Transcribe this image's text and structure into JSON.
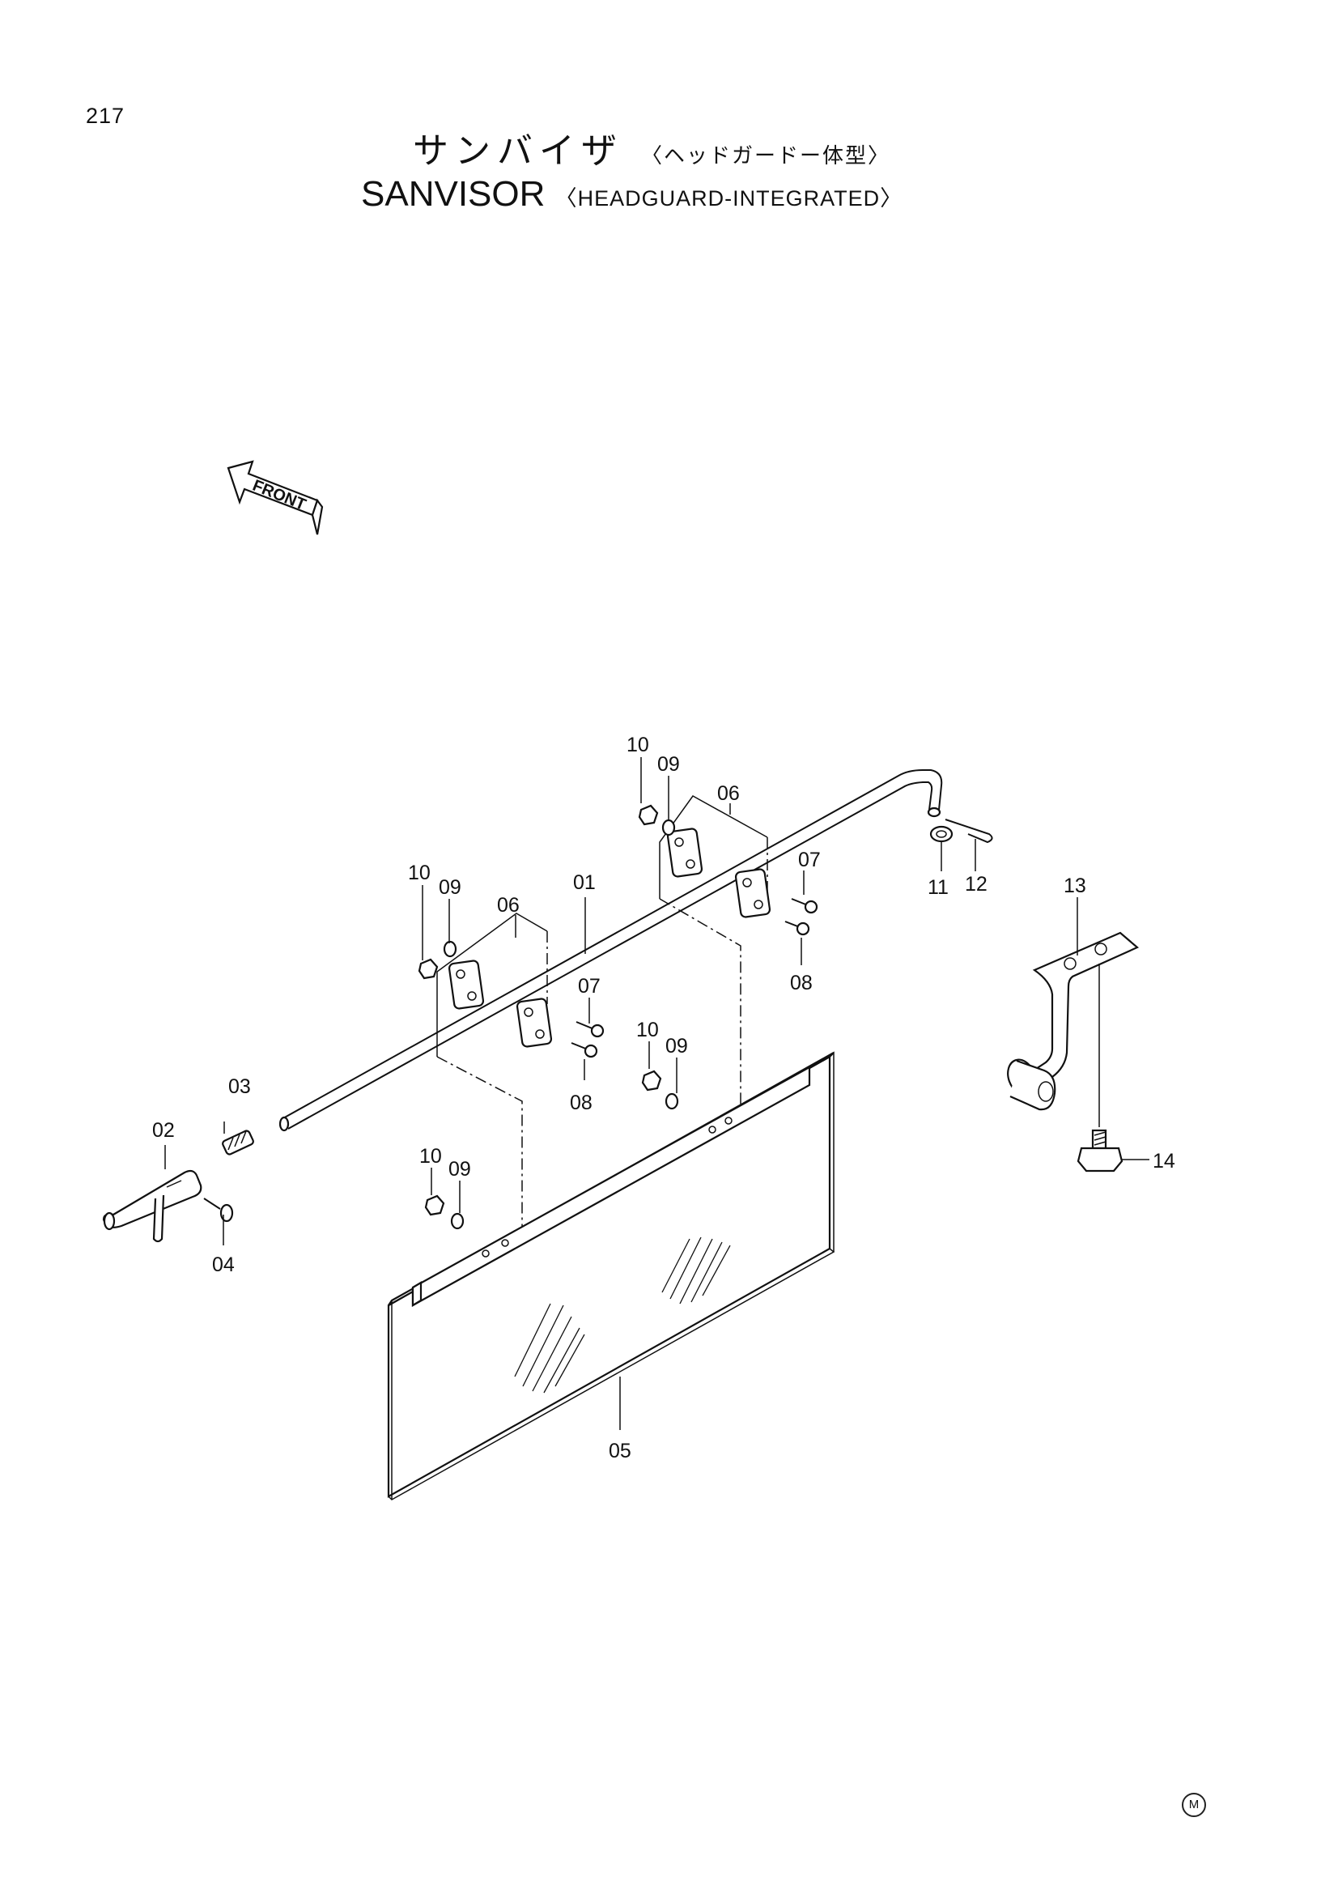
{
  "page_number": "217",
  "title": {
    "japanese": "サンバイザ",
    "japanese_sub": "〈ヘッドガードー体型〉",
    "english": "SANVISOR",
    "english_sub": "〈HEADGUARD-INTEGRATED〉"
  },
  "front_arrow_label": "FRONT",
  "mark": "M",
  "callouts": {
    "c01": "01",
    "c02": "02",
    "c03": "03",
    "c04": "04",
    "c05": "05",
    "c06a": "06",
    "c06b": "06",
    "c07a": "07",
    "c07b": "07",
    "c08a": "08",
    "c08b": "08",
    "c09a": "09",
    "c09b": "09",
    "c09c": "09",
    "c09d": "09",
    "c10a": "10",
    "c10b": "10",
    "c10c": "10",
    "c10d": "10",
    "c11": "11",
    "c12": "12",
    "c13": "13",
    "c14": "14"
  }
}
